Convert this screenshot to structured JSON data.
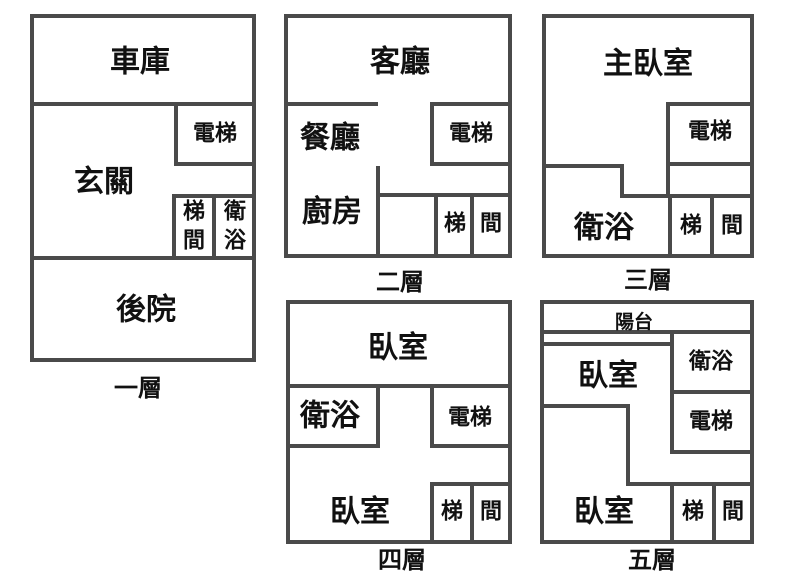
{
  "floors": {
    "f1": {
      "caption": "一層",
      "rooms": {
        "garage": "車庫",
        "entrance": "玄關",
        "elevator": "電梯",
        "stair_a": "梯",
        "stair_b": "間",
        "bath_a": "衛",
        "bath_b": "浴",
        "backyard": "後院"
      }
    },
    "f2": {
      "caption": "二層",
      "rooms": {
        "living": "客廳",
        "dining": "餐廳",
        "elevator": "電梯",
        "kitchen": "廚房",
        "stair_a": "梯",
        "stair_b": "間"
      }
    },
    "f3": {
      "caption": "三層",
      "rooms": {
        "master": "主臥室",
        "elevator": "電梯",
        "bath": "衛浴",
        "stair_a": "梯",
        "stair_b": "間"
      }
    },
    "f4": {
      "caption": "四層",
      "rooms": {
        "bedroom_top": "臥室",
        "bath": "衛浴",
        "elevator": "電梯",
        "bedroom_bottom": "臥室",
        "stair_a": "梯",
        "stair_b": "間"
      }
    },
    "f5": {
      "caption": "五層",
      "rooms": {
        "balcony": "陽台",
        "bedroom_top": "臥室",
        "bath": "衛浴",
        "elevator": "電梯",
        "bedroom_bottom": "臥室",
        "stair_a": "梯",
        "stair_b": "間"
      }
    }
  },
  "colors": {
    "wall": "#4a4a4a",
    "text": "#111111"
  }
}
